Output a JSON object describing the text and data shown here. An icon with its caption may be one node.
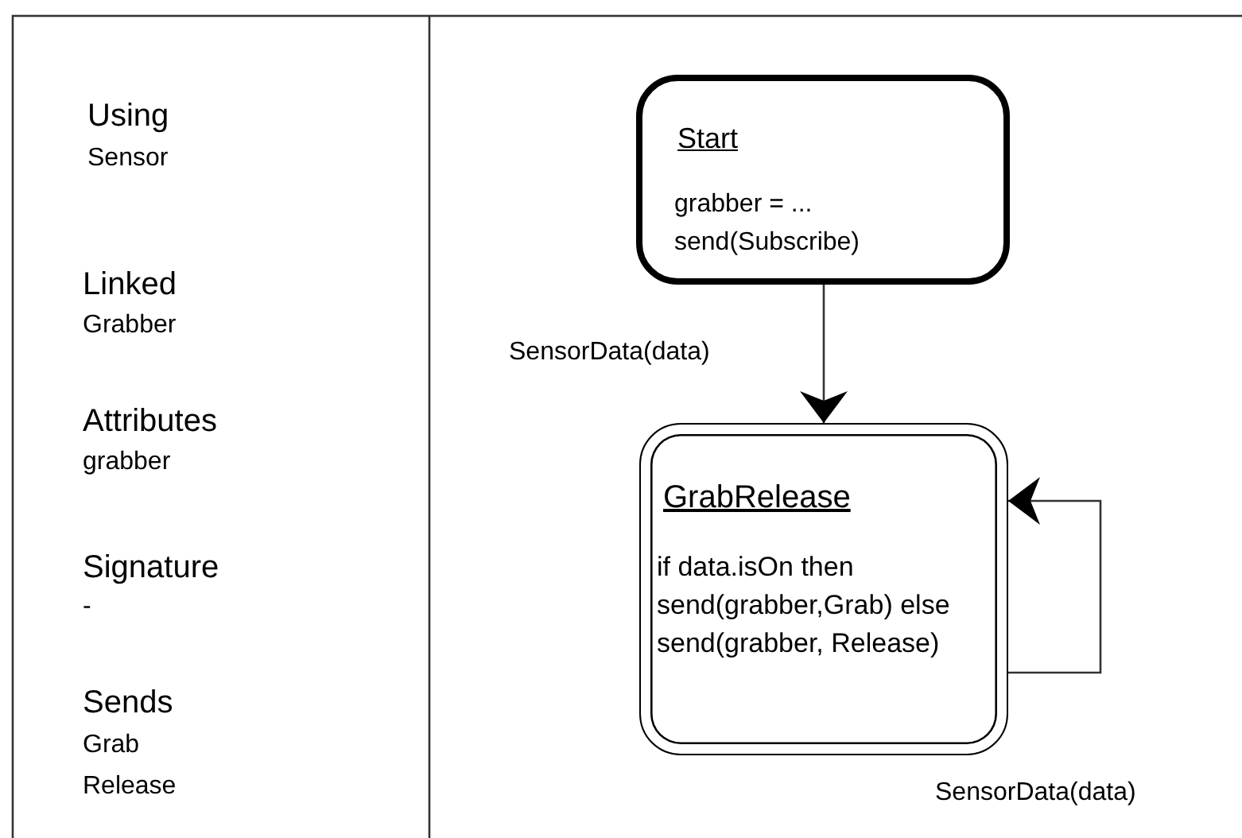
{
  "diagram": {
    "nodes": [
      {
        "text": [
          "Start",
          "grabber = ... send(Subscribe)"
        ]
      },
      {
        "text": [
          "GrabRelease",
          "if data.isOn then send(grabber,Grab) else send(grabber, Release)"
        ]
      }
    ],
    "edges": [
      {
        "from": 0,
        "to": 1,
        "arrow": "to",
        "label": "SensorData(data)"
      },
      {
        "from": 1,
        "to": 1,
        "arrow": "to",
        "label": "SensorData(data)"
      }
    ],
    "labels": [
      "Using",
      "Sensor",
      "Linked",
      "Grabber",
      "Attributes",
      "grabber",
      "Signature",
      "-",
      "Sends",
      "Grab",
      "Release"
    ]
  }
}
